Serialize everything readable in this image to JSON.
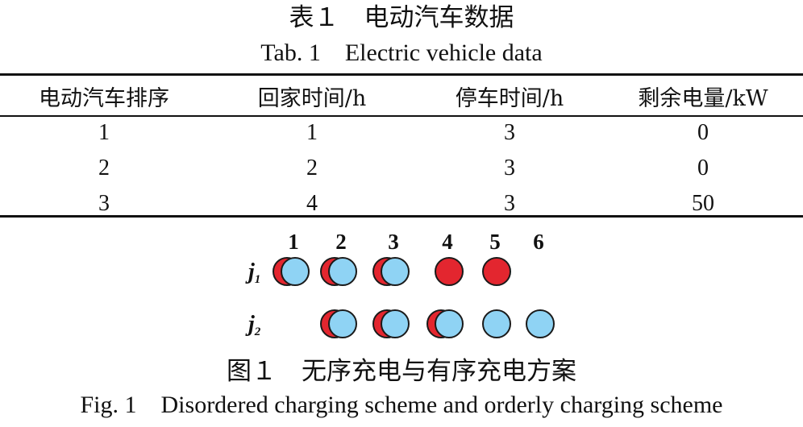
{
  "table": {
    "caption_cn": "表１　电动汽车数据",
    "caption_en": "Tab. 1　Electric vehicle data",
    "headers": [
      "电动汽车排序",
      "回家时间/h",
      "停车时间/h",
      "剩余电量/kW"
    ],
    "rows": [
      [
        "1",
        "1",
        "3",
        "0"
      ],
      [
        "2",
        "2",
        "3",
        "0"
      ],
      [
        "3",
        "4",
        "3",
        "50"
      ]
    ]
  },
  "figure": {
    "caption_cn": "图１　无序充电与有序充电方案",
    "caption_en": "Fig. 1　Disordered charging scheme and orderly charging scheme",
    "columns": [
      "1",
      "2",
      "3",
      "4",
      "5",
      "6"
    ],
    "rows": [
      {
        "label": "j",
        "subscript": "1",
        "slots": [
          "both",
          "both",
          "both",
          "red",
          "red",
          "empty"
        ]
      },
      {
        "label": "j",
        "subscript": "2",
        "slots": [
          "empty",
          "both",
          "both",
          "both",
          "blue",
          "blue"
        ]
      }
    ],
    "colors": {
      "red": "#e3262f",
      "blue": "#8fd3f4",
      "outline": "#1a1a1a"
    }
  }
}
